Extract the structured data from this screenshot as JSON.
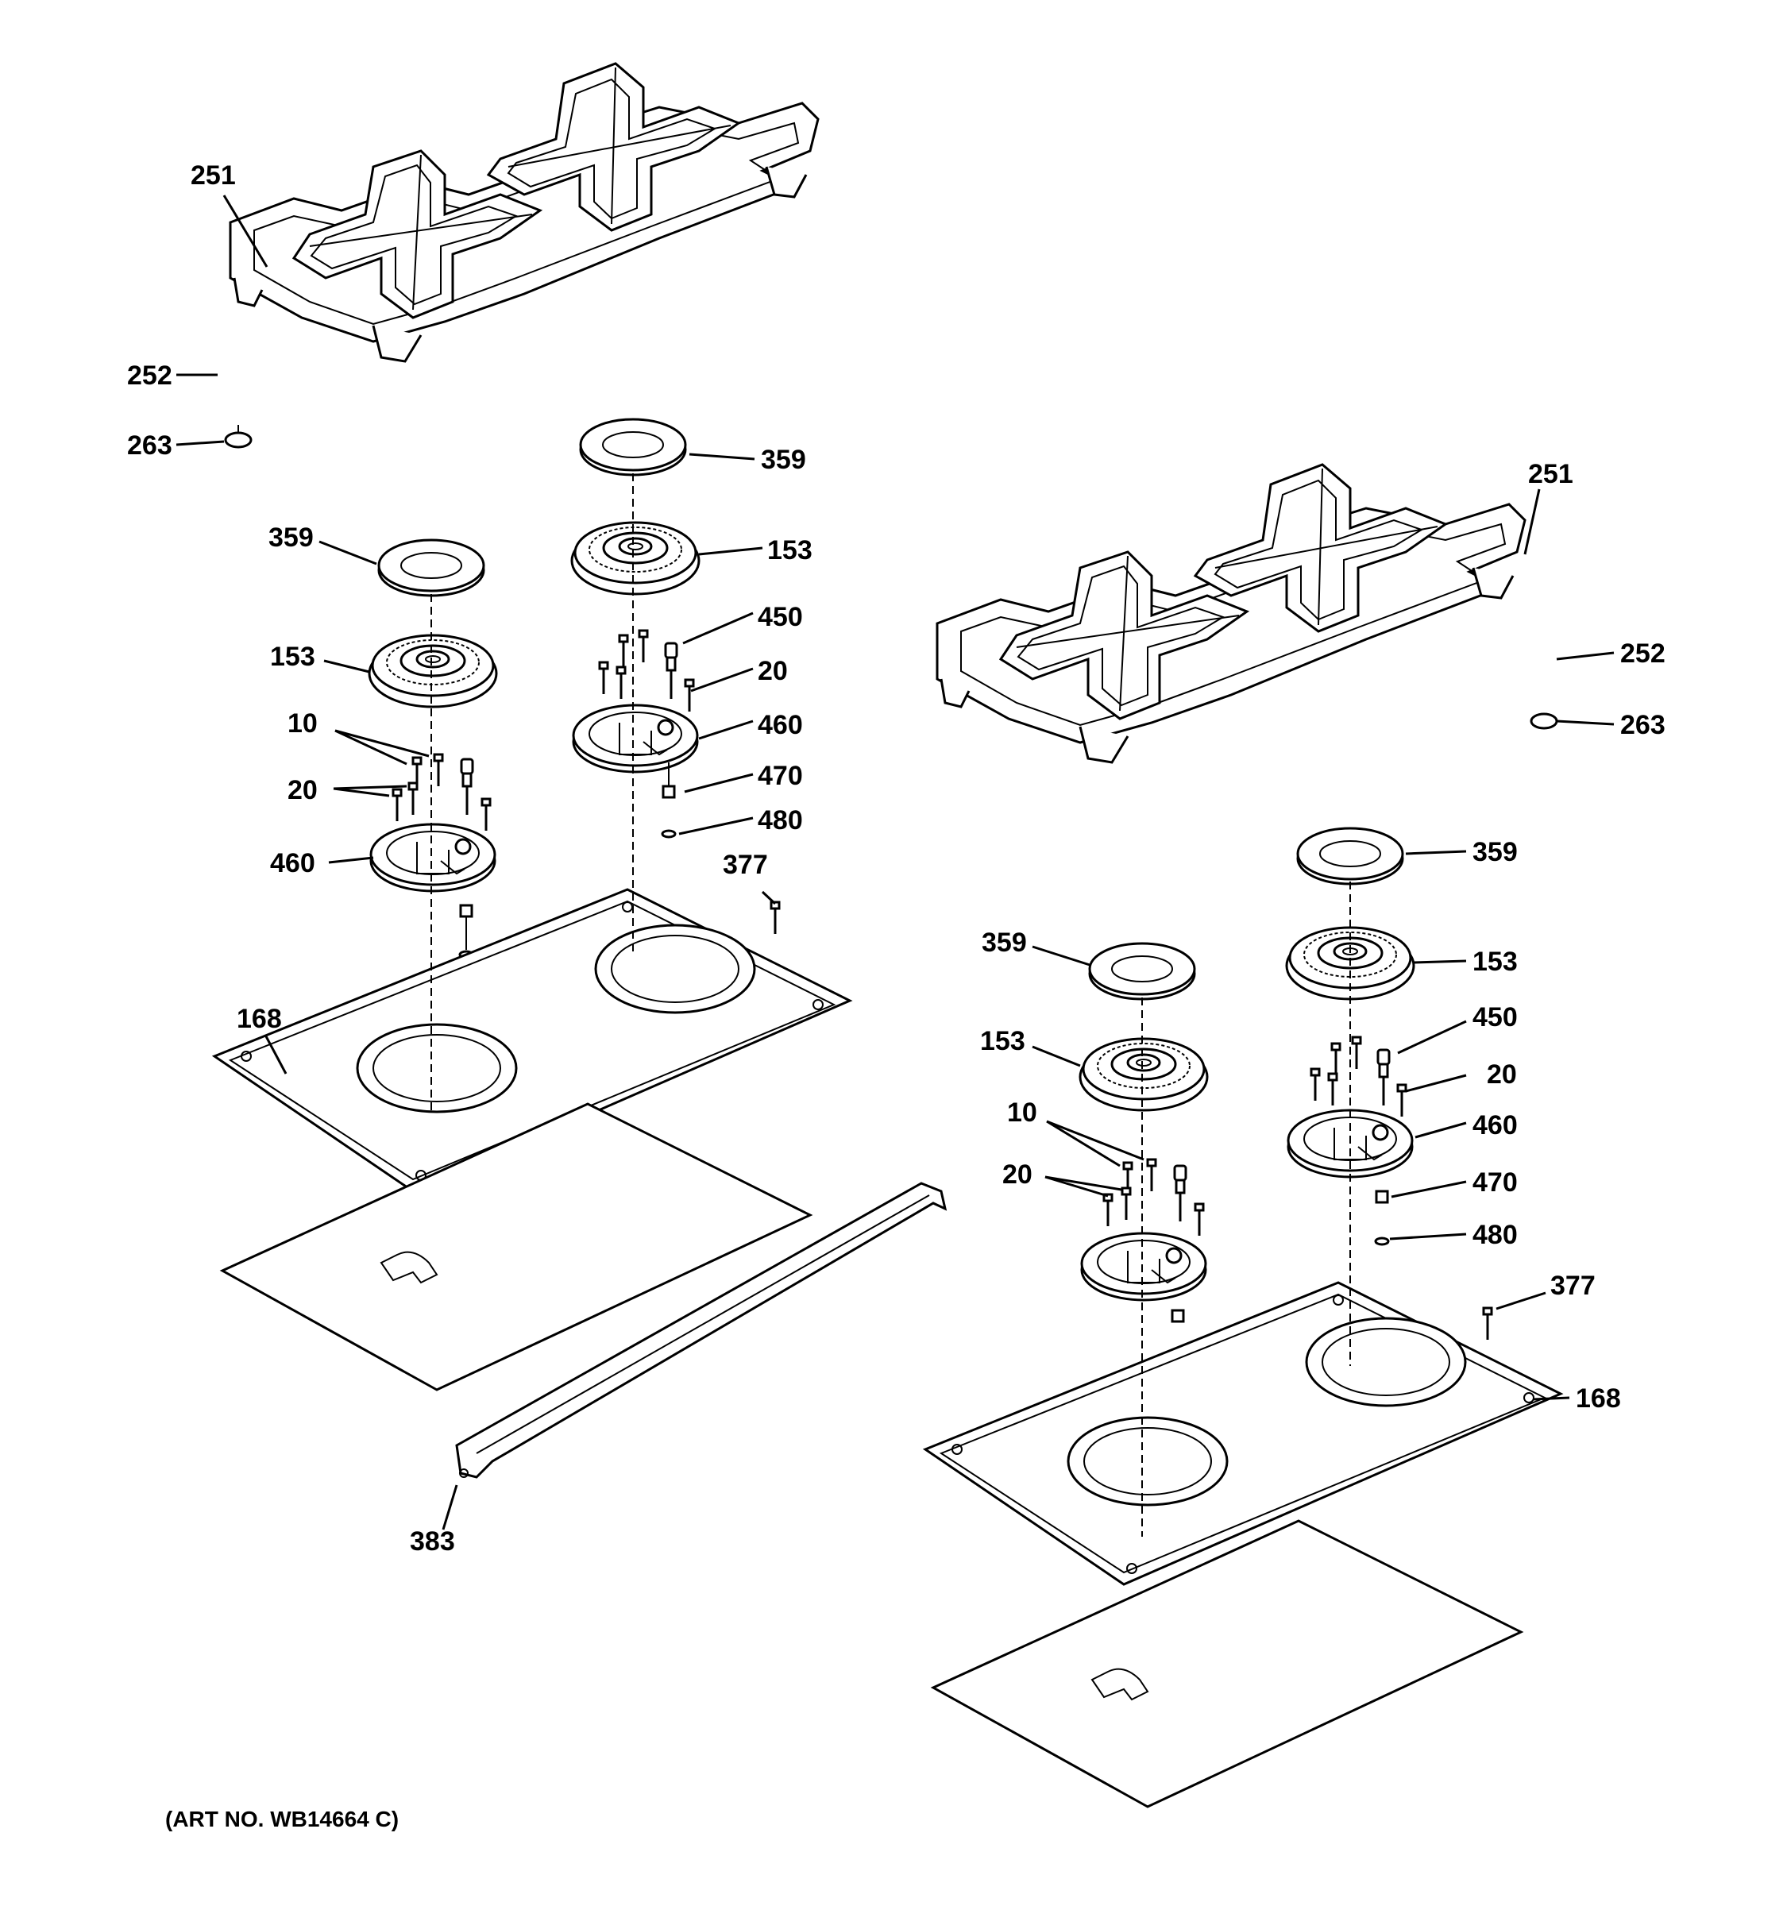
{
  "art_number": "(ART NO. WB14664 C)",
  "callouts": {
    "l_251": "251",
    "l_252": "252",
    "l_263": "263",
    "l_359a": "359",
    "l_153a": "153",
    "l_359b": "359",
    "l_153b": "153",
    "l_450": "450",
    "l_20a": "20",
    "l_460a": "460",
    "l_470": "470",
    "l_480": "480",
    "l_10": "10",
    "l_20b": "20",
    "l_460b": "460",
    "l_377": "377",
    "l_168": "168",
    "l_383": "383",
    "r_251": "251",
    "r_252": "252",
    "r_263": "263",
    "r_359a": "359",
    "r_153a": "153",
    "r_359b": "359",
    "r_153b": "153",
    "r_450": "450",
    "r_20a": "20",
    "r_460a": "460",
    "r_470": "470",
    "r_480": "480",
    "r_10": "10",
    "r_20b": "20",
    "r_377": "377",
    "r_168": "168"
  }
}
